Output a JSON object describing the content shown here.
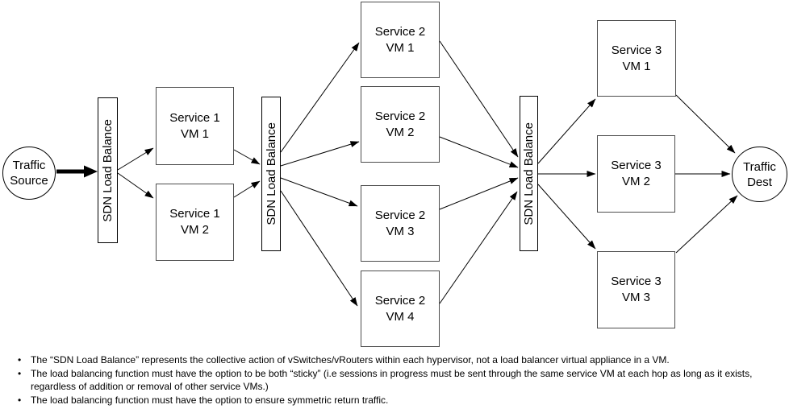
{
  "source": {
    "label": "Traffic Source"
  },
  "dest": {
    "label": "Traffic Dest"
  },
  "load_balancer_label": "SDN Load Balance",
  "vm_boxes": [
    {
      "service": "Service 1",
      "vm": "VM 1"
    },
    {
      "service": "Service 1",
      "vm": "VM 2"
    },
    {
      "service": "Service 2",
      "vm": "VM 1"
    },
    {
      "service": "Service 2",
      "vm": "VM 2"
    },
    {
      "service": "Service 2",
      "vm": "VM 3"
    },
    {
      "service": "Service 2",
      "vm": "VM 4"
    },
    {
      "service": "Service 3",
      "vm": "VM 1"
    },
    {
      "service": "Service 3",
      "vm": "VM 2"
    },
    {
      "service": "Service 3",
      "vm": "VM 3"
    }
  ],
  "notes": [
    "The “SDN Load Balance” represents the collective action of vSwitches/vRouters within each hypervisor, not a load balancer virtual appliance in a VM.",
    "The load balancing function must have the option to be both “sticky” (i.e sessions in progress must be sent through the same service VM at each hop as long as it exists,\nregardless of addition or removal of other service VMs.)",
    "The load balancing function must have the option to ensure symmetric return traffic."
  ],
  "colors": {
    "background": "#ffffff",
    "box_border": "#4d4d4d",
    "bar_border": "#000000",
    "connector": "#000000",
    "text": "#000000"
  }
}
